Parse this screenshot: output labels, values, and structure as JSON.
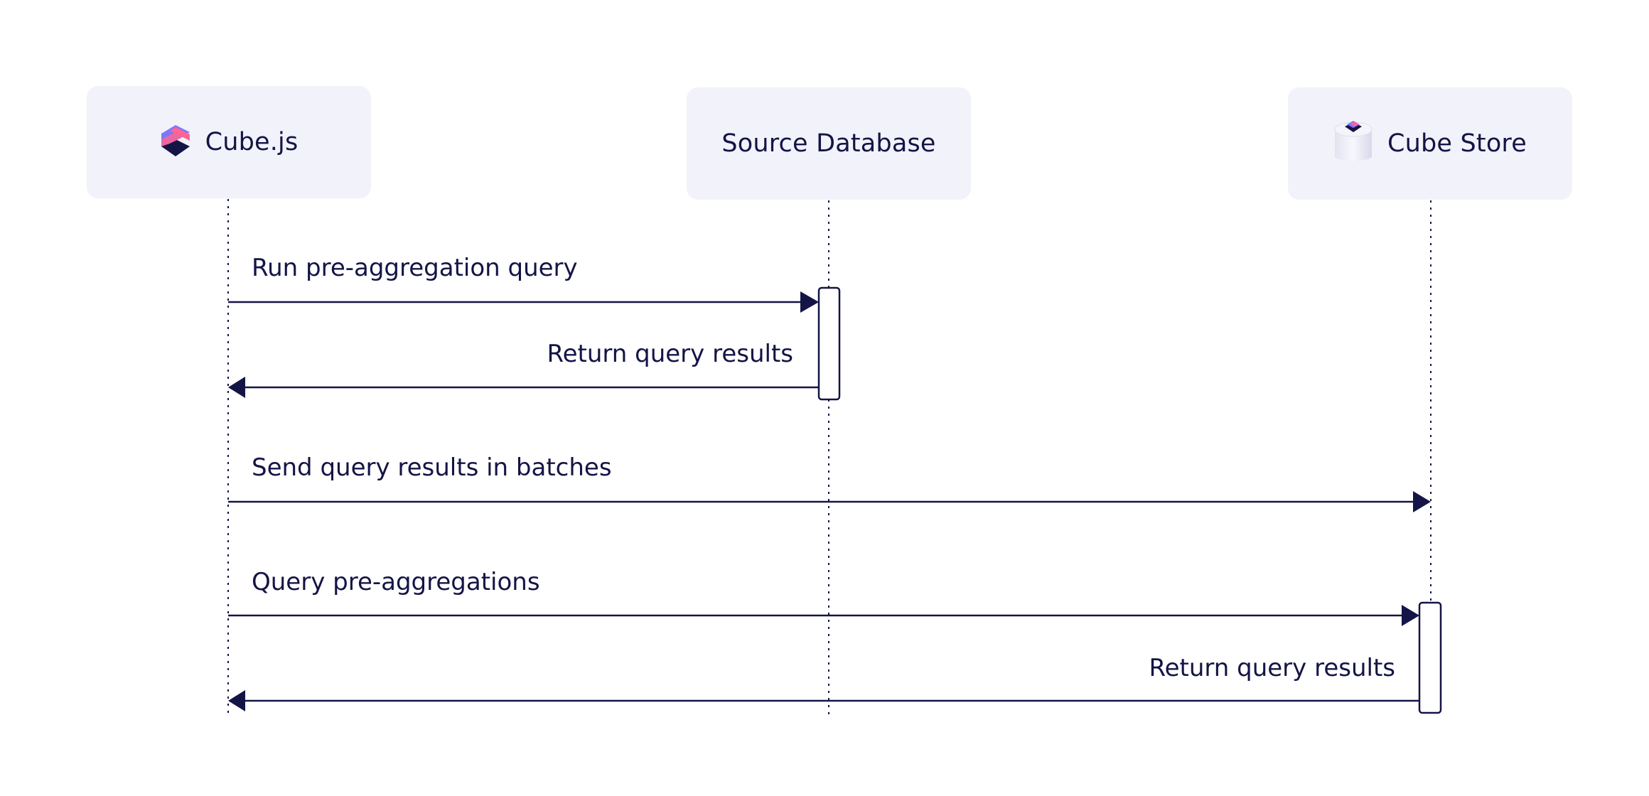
{
  "actors": [
    {
      "label": "Cube.js",
      "icon": "cubejs-logo-icon"
    },
    {
      "label": "Source Database",
      "icon": null
    },
    {
      "label": "Cube Store",
      "icon": "cube-store-logo-icon"
    }
  ],
  "messages": [
    {
      "label": "Run pre-aggregation query",
      "from": "Cube.js",
      "to": "Source Database"
    },
    {
      "label": "Return query results",
      "from": "Source Database",
      "to": "Cube.js"
    },
    {
      "label": "Send query results in batches",
      "from": "Cube.js",
      "to": "Cube Store"
    },
    {
      "label": "Query pre-aggregations",
      "from": "Cube.js",
      "to": "Cube Store"
    },
    {
      "label": "Return query results",
      "from": "Cube Store",
      "to": "Cube.js"
    }
  ],
  "colors": {
    "line": "#141446",
    "box_bg": "#f2f2fb",
    "logo_pink": "#ff6492",
    "logo_purple": "#7a77ff",
    "logo_navy": "#141446"
  }
}
